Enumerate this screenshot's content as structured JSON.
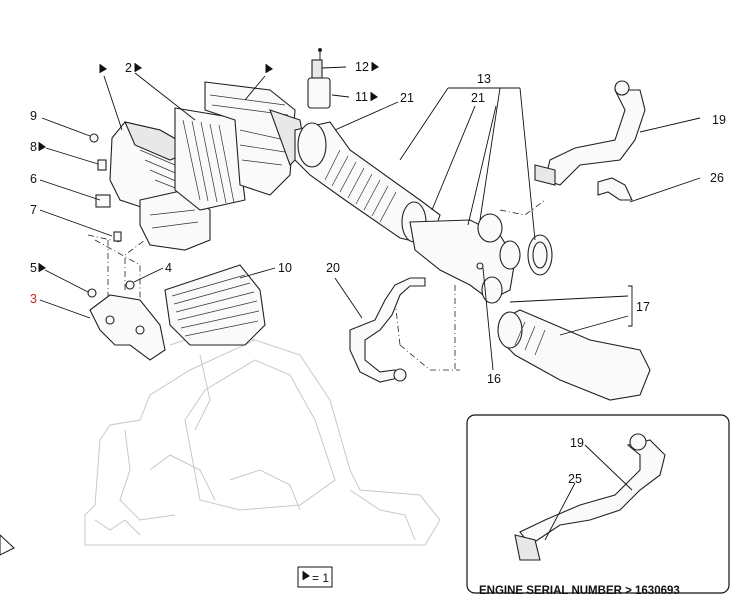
{
  "callouts": [
    {
      "id": "c1a",
      "label": "1",
      "flag": true
    },
    {
      "id": "c2",
      "label": "2",
      "flag": true
    },
    {
      "id": "c1b",
      "label": "1",
      "flag": true
    },
    {
      "id": "c12",
      "label": "12",
      "flag": true
    },
    {
      "id": "c11",
      "label": "11",
      "flag": true
    },
    {
      "id": "c21a",
      "label": "21",
      "flag": false
    },
    {
      "id": "c13",
      "label": "13",
      "flag": false
    },
    {
      "id": "c21b",
      "label": "21",
      "flag": false
    },
    {
      "id": "c19a",
      "label": "19",
      "flag": false
    },
    {
      "id": "c9",
      "label": "9",
      "flag": false
    },
    {
      "id": "c8",
      "label": "8",
      "flag": true
    },
    {
      "id": "c6",
      "label": "6",
      "flag": false
    },
    {
      "id": "c7",
      "label": "7",
      "flag": false
    },
    {
      "id": "c26",
      "label": "26",
      "flag": false
    },
    {
      "id": "c5",
      "label": "5",
      "flag": true
    },
    {
      "id": "c4",
      "label": "4",
      "flag": false
    },
    {
      "id": "c3",
      "label": "3",
      "flag": false,
      "highlight": true
    },
    {
      "id": "c10",
      "label": "10",
      "flag": false
    },
    {
      "id": "c20",
      "label": "20",
      "flag": false
    },
    {
      "id": "c17",
      "label": "17",
      "flag": false
    },
    {
      "id": "c16",
      "label": "16",
      "flag": false
    },
    {
      "id": "c19b",
      "label": "19",
      "flag": false
    },
    {
      "id": "c25",
      "label": "25",
      "flag": false
    }
  ],
  "inset": {
    "caption": "ENGINE SERIAL NUMBER > 1630693"
  },
  "legend": {
    "text": "= 1",
    "icon": "tool-flag-icon"
  },
  "colors": {
    "highlight": "#d11f1f",
    "line": "#222222",
    "ghost": "#c8c8c8"
  }
}
